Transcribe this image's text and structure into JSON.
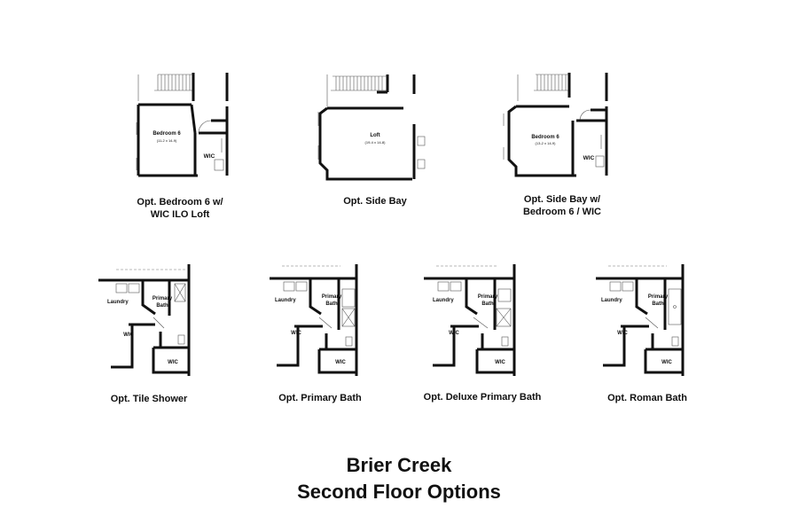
{
  "title": {
    "line1": "Brier Creek",
    "line2": "Second Floor Options"
  },
  "top_plans": [
    {
      "caption_line1": "Opt. Bedroom 6 w/",
      "caption_line2": "WIC ILO Loft",
      "room_name": "Bedroom 6",
      "room_dim": "(11-2 x 14-9)",
      "closet": "WIC"
    },
    {
      "caption_line1": "Opt. Side Bay",
      "caption_line2": "",
      "room_name": "Loft",
      "room_dim": "(19-4 x 14-8)"
    },
    {
      "caption_line1": "Opt. Side Bay w/",
      "caption_line2": "Bedroom 6 / WIC",
      "room_name": "Bedroom 6",
      "room_dim": "(13-2 x 14-9)",
      "closet": "WIC"
    }
  ],
  "bottom_plans": [
    {
      "caption": "Opt. Tile Shower",
      "laundry": "Laundry",
      "bath1": "Primary",
      "bath2": "Bath",
      "wic1": "WIC",
      "wic2": "WIC"
    },
    {
      "caption": "Opt. Primary Bath",
      "laundry": "Laundry",
      "bath1": "Primary",
      "bath2": "Bath",
      "wic1": "WIC",
      "wic2": "WIC"
    },
    {
      "caption": "Opt. Deluxe Primary Bath",
      "laundry": "Laundry",
      "bath1": "Primary",
      "bath2": "Bath",
      "wic1": "WIC",
      "wic2": "WIC"
    },
    {
      "caption": "Opt. Roman Bath",
      "laundry": "Laundry",
      "bath1": "Primary",
      "bath2": "Bath",
      "wic1": "WIC",
      "wic2": "WIC"
    }
  ],
  "colors": {
    "wall": "#111111",
    "thin": "#555555",
    "background": "#ffffff"
  }
}
